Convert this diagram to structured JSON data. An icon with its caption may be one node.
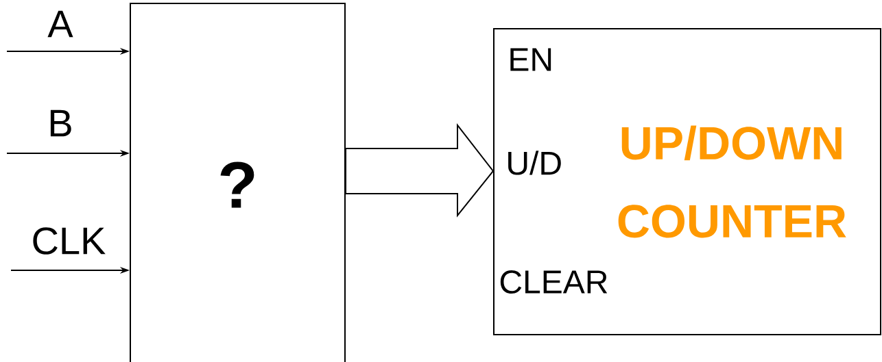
{
  "diagram": {
    "nodes": [
      {
        "text": [
          "?"
        ]
      },
      {
        "text": [
          "UP/DOWN COUNTER"
        ]
      }
    ],
    "edges": [
      {
        "from": null,
        "to": 0,
        "arrow": "to",
        "label": "A"
      },
      {
        "from": null,
        "to": 0,
        "arrow": "to",
        "label": "B"
      },
      {
        "from": null,
        "to": 0,
        "arrow": "to",
        "label": "CLK"
      },
      {
        "from": 0,
        "to": 1,
        "arrow": "to",
        "style": "thick"
      }
    ],
    "labels": [
      "EN",
      "U/D",
      "CLEAR"
    ]
  }
}
